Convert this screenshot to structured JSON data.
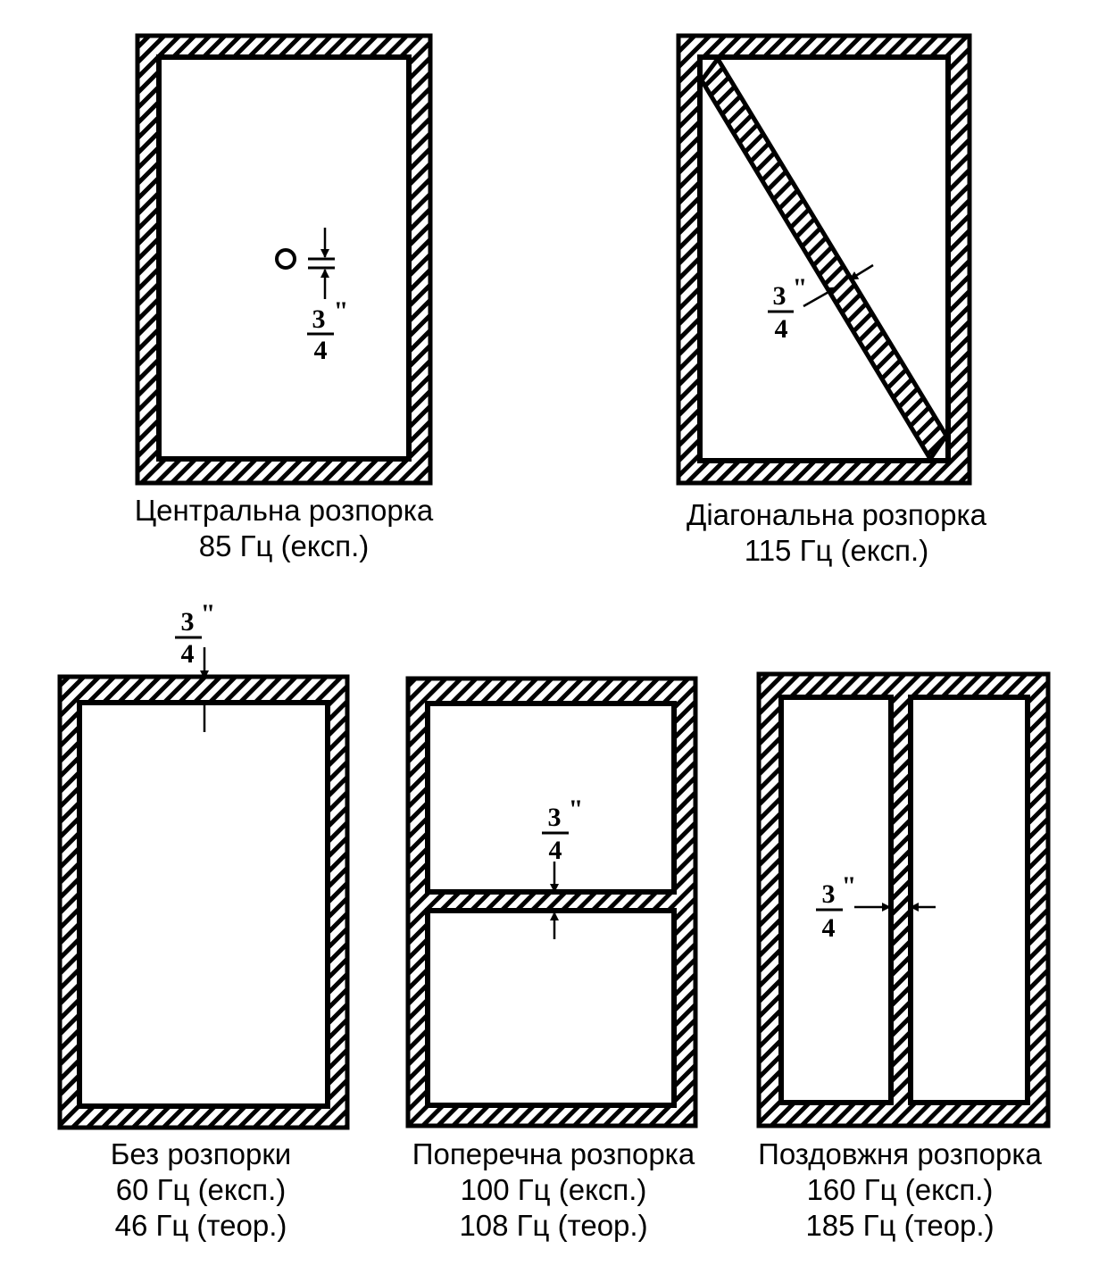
{
  "fraction": {
    "numerator": "3",
    "prime": "\"",
    "denominator": "4"
  },
  "panels": [
    {
      "id": "central",
      "title": "Центральна розпорка",
      "lines": [
        "85 Гц (експ.)"
      ]
    },
    {
      "id": "diagonal",
      "title": "Діагональна розпорка",
      "lines": [
        "115 Гц (експ.)"
      ]
    },
    {
      "id": "none",
      "title": "Без розпорки",
      "lines": [
        "60 Гц (експ.)",
        "46 Гц (теор.)"
      ]
    },
    {
      "id": "transverse",
      "title": "Поперечна розпорка",
      "lines": [
        "100 Гц (експ.)",
        "108 Гц (теор.)"
      ]
    },
    {
      "id": "longitudinal",
      "title": "Поздовжня розпорка",
      "lines": [
        "160 Гц (експ.)",
        "185 Гц (теор.)"
      ]
    }
  ],
  "colors": {
    "ink": "#000000",
    "paper": "#ffffff"
  }
}
